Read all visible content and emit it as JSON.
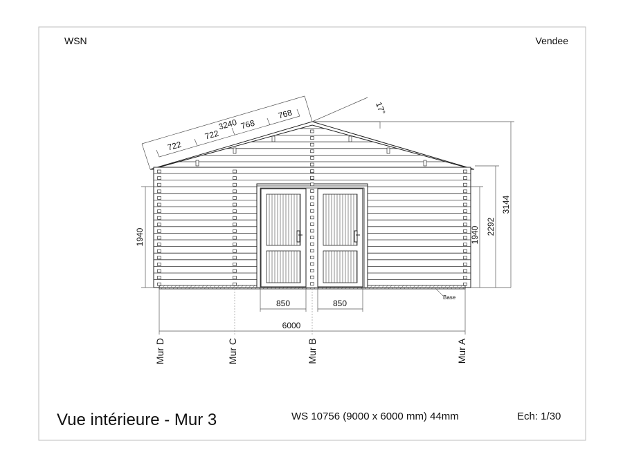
{
  "header": {
    "left": "WSN",
    "right": "Vendee"
  },
  "drawing": {
    "roof_dims": [
      "3240",
      "722",
      "722",
      "768",
      "768"
    ],
    "roof_angle": "17°",
    "heights": {
      "left": "1940",
      "right_wall": "1940",
      "eave": "2292",
      "ridge": "3144"
    },
    "door_widths": [
      "850",
      "850"
    ],
    "total_width": "6000",
    "base_label": "Base",
    "walls": [
      "Mur D",
      "Mur C",
      "Mur B",
      "Mur A"
    ]
  },
  "footer": {
    "title": "Vue intérieure  - Mur 3",
    "model": "WS 10756 (9000 x 6000 mm) 44mm",
    "scale": "Ech: 1/30"
  }
}
